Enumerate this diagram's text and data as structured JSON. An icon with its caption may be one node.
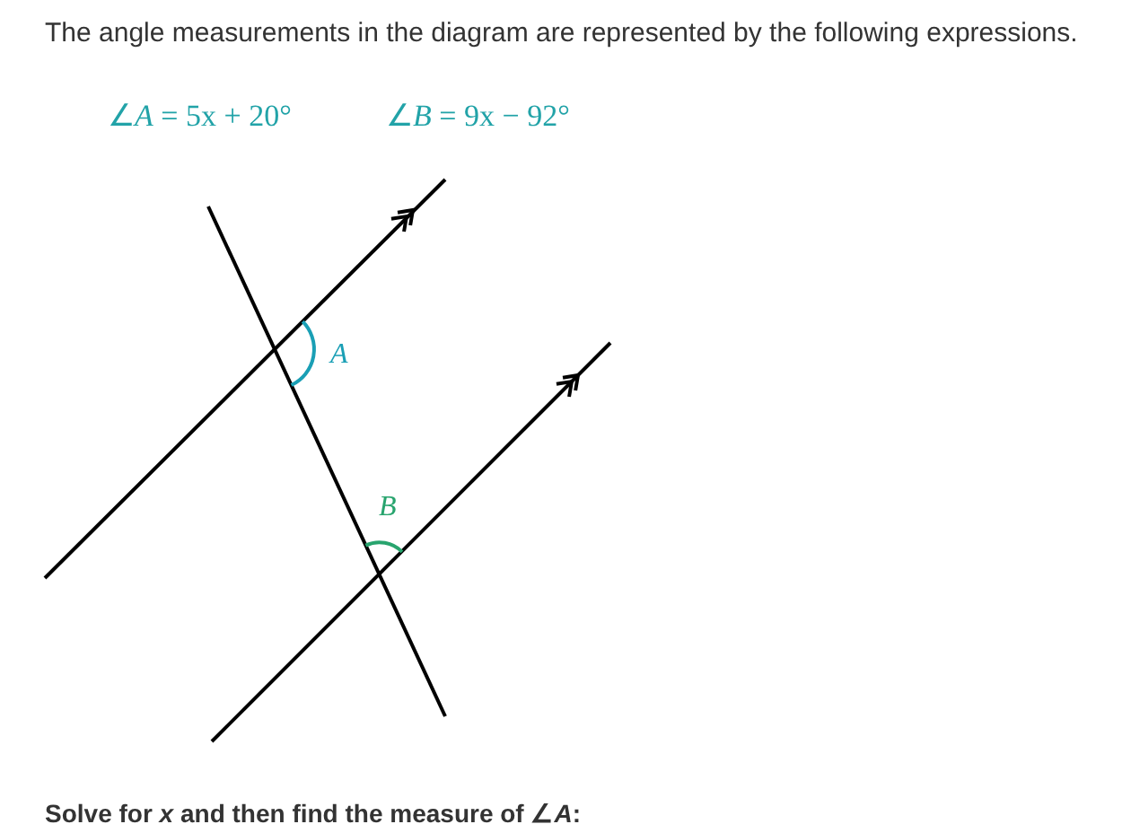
{
  "diagram": {
    "labels": [
      "The angle measurements in the diagram are represented by the following expressions.",
      "∠*A* = 5x + 20°",
      "∠*B* = 9x − 92°",
      "A",
      "B",
      "Solve for *x* and then find the measure of ∠*A*:"
    ]
  }
}
